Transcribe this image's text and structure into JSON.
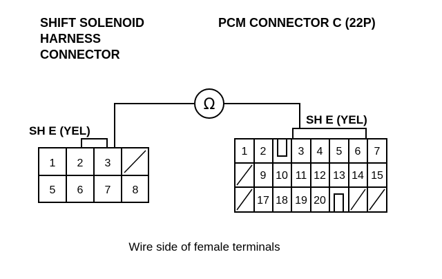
{
  "left_connector": {
    "title_lines": [
      "SHIFT SOLENOID",
      "HARNESS",
      "CONNECTOR"
    ],
    "wire_label": "SH E (YEL)",
    "pins": [
      "1",
      "2",
      "3",
      "",
      "5",
      "6",
      "7",
      "8"
    ]
  },
  "right_connector": {
    "title": "PCM CONNECTOR C (22P)",
    "wire_label": "SH E (YEL)",
    "row1": [
      "1",
      "2",
      "",
      "3",
      "4",
      "5",
      "6",
      "7"
    ],
    "row2": [
      "",
      "9",
      "10",
      "11",
      "12",
      "13",
      "14",
      "15"
    ],
    "row3": [
      "",
      "17",
      "18",
      "19",
      "20",
      "",
      "",
      ""
    ]
  },
  "meter_symbol": "Ω",
  "caption": "Wire side of female terminals"
}
